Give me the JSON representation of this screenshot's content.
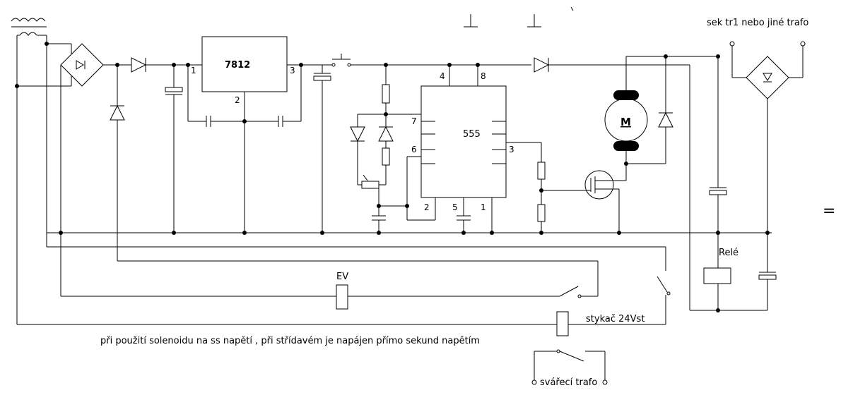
{
  "labels": {
    "regulator": "7812",
    "timer": "555",
    "motor": "M",
    "relay": "Relé",
    "ev": "EV",
    "contactor": "stykač 24Vst",
    "transformer_note": "sek tr1 nebo jiné trafo",
    "solenoid_note": "při použití solenoidu na ss napětí , při střídavém je napájen přímo sekund napětím",
    "welding_transformer": "svářecí trafo",
    "equals": "="
  },
  "pins": {
    "reg_in": "1",
    "reg_gnd": "2",
    "reg_out": "3",
    "t4": "4",
    "t8": "8",
    "t7": "7",
    "t6": "6",
    "t3": "3",
    "t2": "2",
    "t5": "5",
    "t1": "1"
  }
}
